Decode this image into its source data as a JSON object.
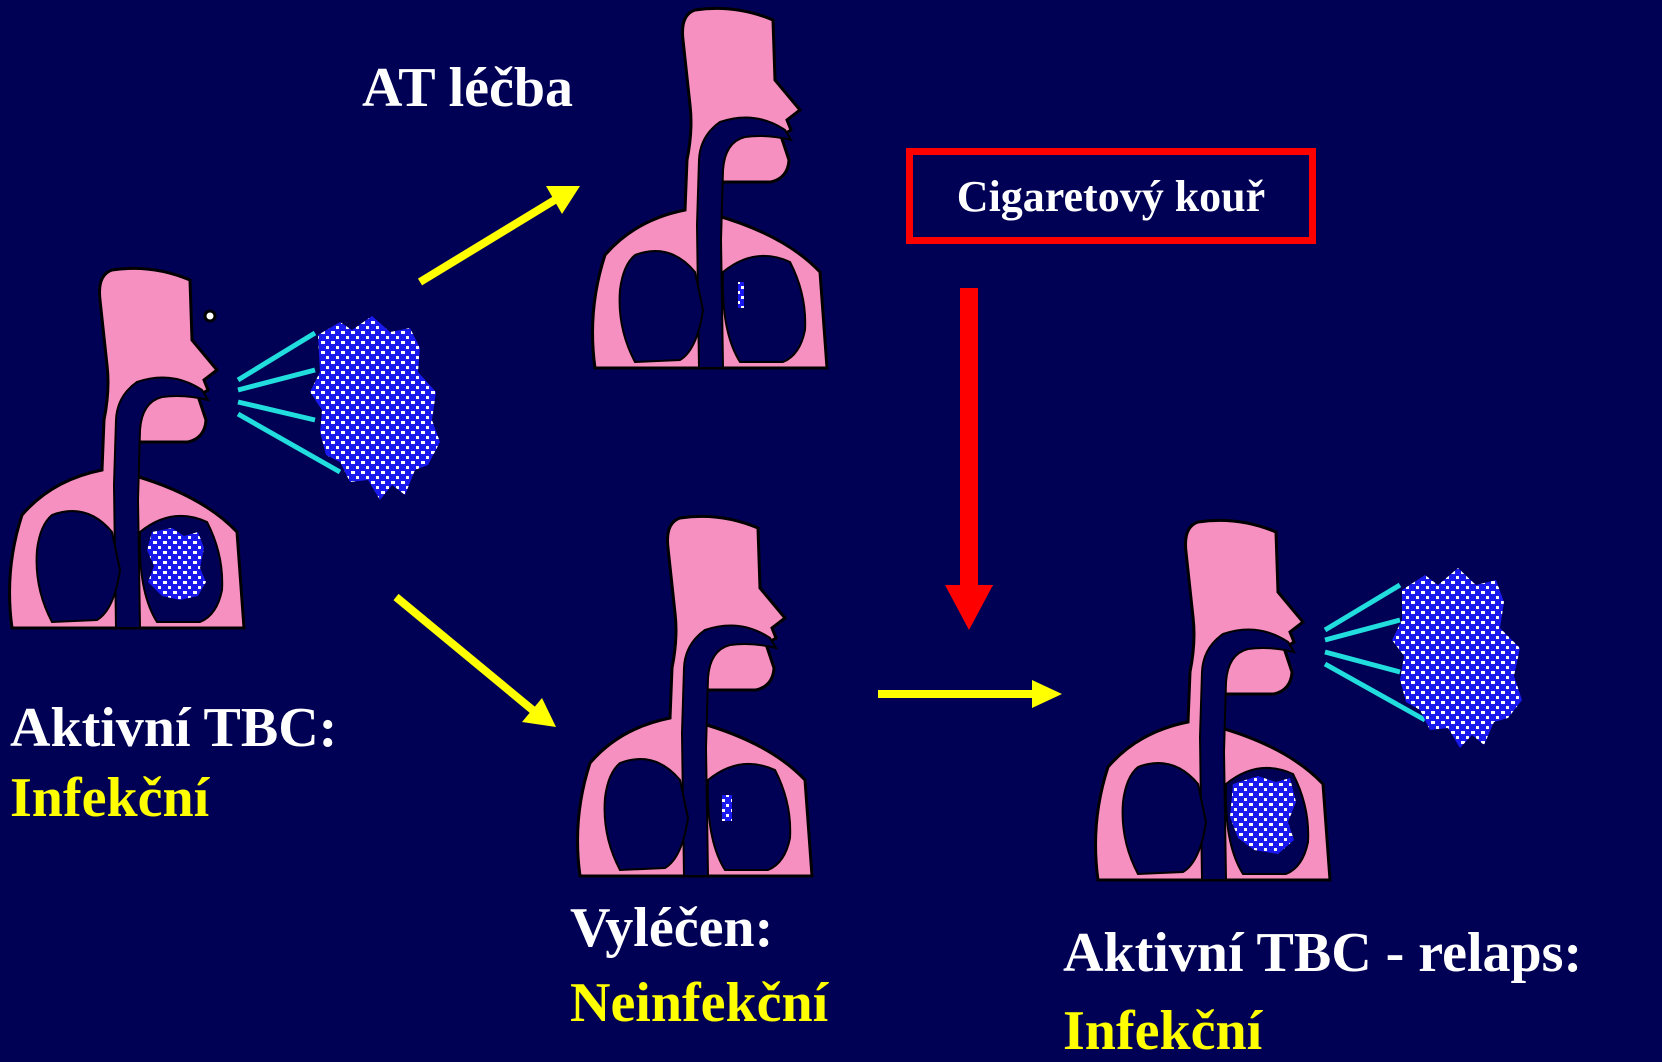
{
  "labels": {
    "treatment": "AT léčba",
    "smoke": "Cigaretový kouř",
    "active_title": "Aktivní TBC:",
    "active_status": "Infekční",
    "cured_title": "Vyléčen:",
    "cured_status": "Neinfekční",
    "relapse_title": "Aktivní TBC - relaps:",
    "relapse_status": "Infekční"
  },
  "colors": {
    "background": "#000055",
    "body": "#f590c0",
    "outline": "#000000",
    "airway": "#000055",
    "arrow": "#ffff00",
    "smoke_arrow": "#ff0000",
    "breath": "#22dddd",
    "bacteria": "#1a1aee"
  }
}
